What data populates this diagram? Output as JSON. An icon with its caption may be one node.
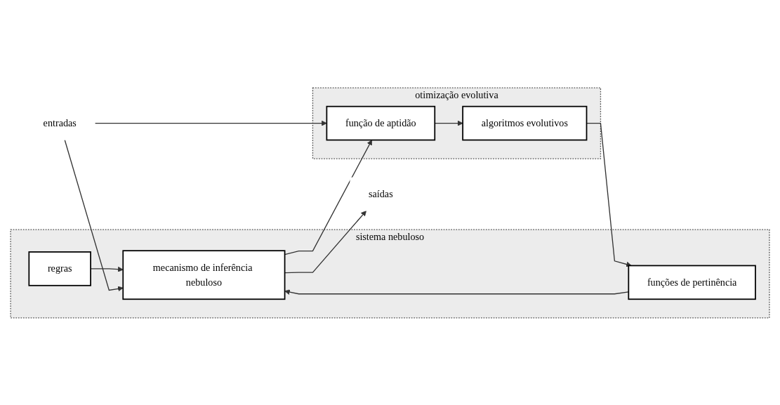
{
  "diagram": {
    "nodes": [
      {
        "text": [
          "entradas"
        ]
      },
      {
        "text": [
          "sistema nebuloso"
        ]
      },
      {
        "text": [
          "regras"
        ],
        "in": 1
      },
      {
        "text": [
          "funções de pertinência"
        ],
        "in": 1
      },
      {
        "text": [
          "mecanismo de inferência nebuloso"
        ],
        "in": 1
      },
      {
        "text": [
          "saídas"
        ]
      },
      {
        "text": [
          "otimização evolutiva"
        ]
      },
      {
        "text": [
          "função de aptidão"
        ],
        "in": 6
      },
      {
        "text": [
          "algoritmos evolutivos"
        ],
        "in": 6
      }
    ],
    "edges": [
      {
        "from": 2,
        "to": 4,
        "arrow": "to"
      },
      {
        "from": 3,
        "to": 4,
        "arrow": "to"
      },
      {
        "from": 0,
        "to": 4,
        "arrow": "to"
      },
      {
        "from": 0,
        "to": 7,
        "arrow": "to"
      },
      {
        "from": 4,
        "to": 5,
        "arrow": "to"
      },
      {
        "from": 4,
        "to": 7,
        "arrow": "to"
      },
      {
        "from": 7,
        "to": 8,
        "arrow": "to"
      },
      {
        "from": 8,
        "to": 3,
        "arrow": "to"
      }
    ]
  }
}
